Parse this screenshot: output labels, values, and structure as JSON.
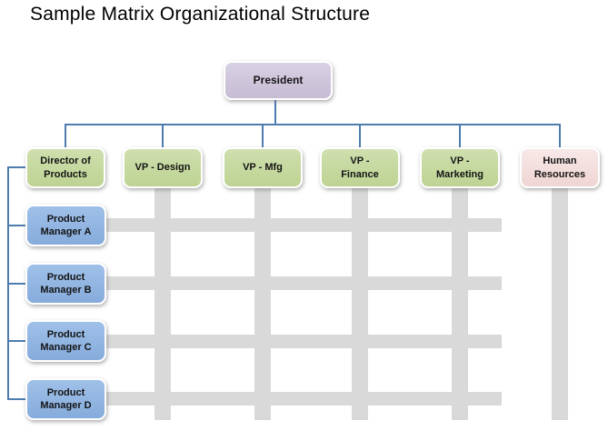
{
  "title": "Sample Matrix Organizational Structure",
  "colors": {
    "president_fill": "#ccc1d9",
    "vp_fill": "#c3d69b",
    "hr_fill": "#f2dcdb",
    "manager_fill": "#8db3e2",
    "matrix_bar": "#d9d9d9",
    "connector": "#4d7caf",
    "node_border": "#ffffff",
    "text": "#141414"
  },
  "org": {
    "president": {
      "label": "President"
    },
    "row": [
      {
        "label": "Director of\nProducts",
        "role": "director"
      },
      {
        "label": "VP - Design",
        "role": "vp"
      },
      {
        "label": "VP - Mfg",
        "role": "vp"
      },
      {
        "label": "VP -\nFinance",
        "role": "vp"
      },
      {
        "label": "VP -\nMarketing",
        "role": "vp"
      },
      {
        "label": "Human\nResources",
        "role": "hr"
      }
    ],
    "managers": [
      {
        "label": "Product\nManager A"
      },
      {
        "label": "Product\nManager B"
      },
      {
        "label": "Product\nManager C"
      },
      {
        "label": "Product\nManager D"
      }
    ]
  }
}
